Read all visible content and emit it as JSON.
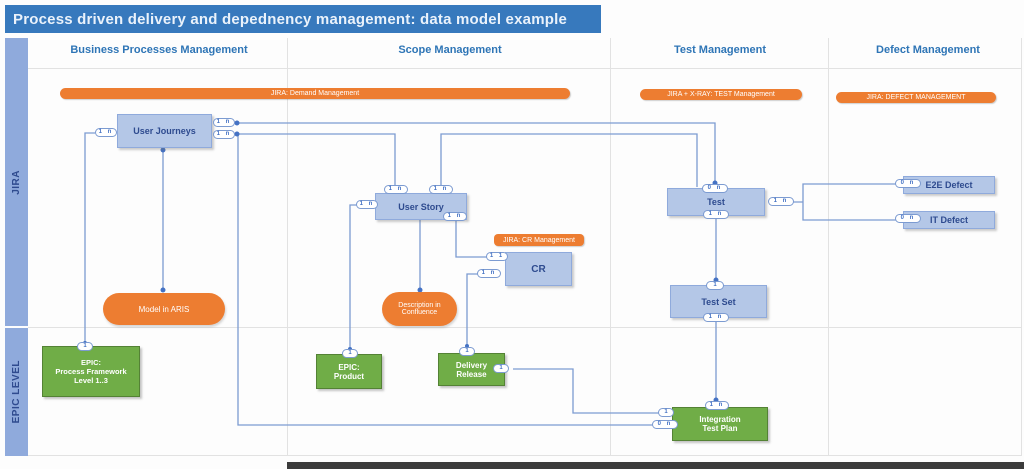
{
  "title": "Process driven delivery and depednency management: data model example",
  "lanes": {
    "jira": "JIRA",
    "epic_level": "EPIC LEVEL"
  },
  "columns": [
    {
      "label": "Business Processes Management"
    },
    {
      "label": "Scope Management"
    },
    {
      "label": "Test Management"
    },
    {
      "label": "Defect Management"
    }
  ],
  "banners": {
    "demand": "JIRA: Demand Management",
    "test": "JIRA + X-RAY: TEST Management",
    "defect": "JIRA: DEFECT MANAGEMENT",
    "cr": "JIRA: CR Management"
  },
  "nodes": {
    "user_journeys": "User Journeys",
    "user_story": "User Story",
    "cr": "CR",
    "test": "Test",
    "test_set": "Test Set",
    "e2e_defect": "E2E  Defect",
    "it_defect": "IT Defect",
    "model_in_aris": "Model in ARIS",
    "description_in_confluence": "Description in\nConfluence",
    "epic_process_framework": "EPIC:\nProcess Framework\nLevel 1..3",
    "epic_product": "EPIC:\nProduct",
    "delivery_release": "Delivery\nRelease",
    "integration_test_plan": "Integration\nTest Plan"
  },
  "pills": {
    "uj_left": "1 n",
    "uj_right_1": "1 n",
    "uj_right_2": "1 n",
    "us_top_1": "1 n",
    "us_top_2": "1 n",
    "us_left": "1 n",
    "us_bottom_right": "1 n",
    "cr_left_top": "1 1",
    "cr_left_bottom": "1 n",
    "test_top": "0 n",
    "test_right": "1 n",
    "test_bottom": "1 n",
    "test_set_top": "1",
    "test_set_bottom": "1 n",
    "e2e_left": "0 n",
    "it_left": "0 n",
    "epic_pf_top": "1",
    "epic_product_top": "1",
    "delivery_release_top": "1",
    "delivery_release_right": "1",
    "itp_top": "1 n",
    "itp_left_top": "1",
    "itp_left_bottom": "0 n"
  },
  "colors": {
    "title_bar": "#3779BD",
    "lane_band": "#8FAADC",
    "header_text": "#2E75B6",
    "entity_fill": "#B4C7E7",
    "entity_border": "#8FAADC",
    "entity_text": "#2E4B8F",
    "accent_orange": "#ED7D31",
    "accent_green": "#70AD47",
    "connector": "#7C9BD1"
  }
}
